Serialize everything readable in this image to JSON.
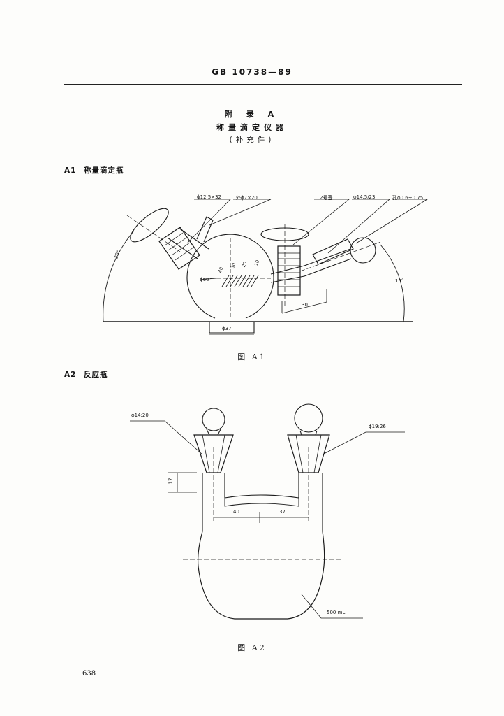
{
  "header": {
    "standard_number": "GB 10738—89"
  },
  "appendix": {
    "label": "附 录 A",
    "title": "称量滴定仪器",
    "subtitle": "(补充件)"
  },
  "sections": [
    {
      "number": "A1",
      "title": "称量滴定瓶"
    },
    {
      "number": "A2",
      "title": "反应瓶"
    }
  ],
  "figure_a1": {
    "caption": "图 A1",
    "labels": {
      "stopper_joint": "ϕ12.5×32",
      "outer_tube": "外ϕ7×20",
      "stopper_no": "2号塞",
      "side_joint": "ϕ14.5/23",
      "hole": "孔ϕ0.6~0.75",
      "bulb_dia": "ϕ60",
      "base_dia": "ϕ37",
      "angle_left": "30°",
      "angle_right": "15°",
      "dim_30": "30"
    },
    "scale_marks": [
      "40",
      "30",
      "20",
      "10"
    ]
  },
  "figure_a2": {
    "caption": "图 A2",
    "labels": {
      "left_joint": "ϕ14:20",
      "right_joint": "ϕ19:26",
      "height": "17",
      "spacing_left": "40",
      "spacing_right": "37",
      "volume": "500 mL"
    }
  },
  "page_number": "638"
}
